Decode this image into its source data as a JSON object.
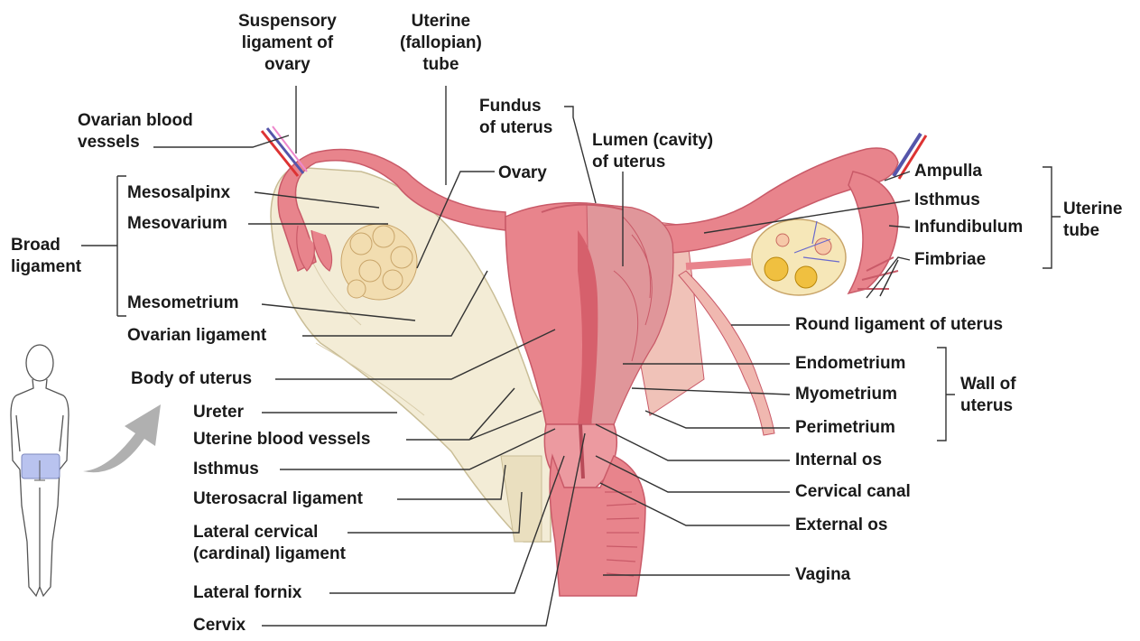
{
  "colors": {
    "uterus": "#e8848c",
    "uterus_dark": "#c95a68",
    "ligament": "#f3ecd6",
    "ovary": "#f2ddb0",
    "figure_highlight": "#b9c3ef",
    "arrow": "#a9a9a9",
    "leader_line": "#333333"
  },
  "labels": {
    "suspensory": [
      "Suspensory",
      "ligament of",
      "ovary"
    ],
    "uterine_tube_top": [
      "Uterine",
      "(fallopian)",
      "tube"
    ],
    "ovarian_vessels": [
      "Ovarian blood",
      "vessels"
    ],
    "fundus": [
      "Fundus",
      "of uterus"
    ],
    "lumen": [
      "Lumen (cavity)",
      "of uterus"
    ],
    "ovary": "Ovary",
    "mesosalpinx": "Mesosalpinx",
    "mesovarium": "Mesovarium",
    "broad_ligament": [
      "Broad",
      "ligament"
    ],
    "mesometrium": "Mesometrium",
    "ovarian_ligament": "Ovarian ligament",
    "body_of_uterus": "Body of uterus",
    "ureter": "Ureter",
    "uterine_blood_vessels": "Uterine blood vessels",
    "isthmus_left": "Isthmus",
    "uterosacral": "Uterosacral ligament",
    "lateral_cervical": [
      "Lateral cervical",
      "(cardinal) ligament"
    ],
    "lateral_fornix": "Lateral fornix",
    "cervix": "Cervix",
    "ampulla": "Ampulla",
    "isthmus_right": "Isthmus",
    "infundibulum": "Infundibulum",
    "fimbriae": "Fimbriae",
    "uterine_tube_right": [
      "Uterine",
      "tube"
    ],
    "round_ligament": "Round ligament of uterus",
    "endometrium": "Endometrium",
    "myometrium": "Myometrium",
    "perimetrium": "Perimetrium",
    "wall_of_uterus": [
      "Wall of",
      "uterus"
    ],
    "internal_os": "Internal os",
    "cervical_canal": "Cervical canal",
    "external_os": "External os",
    "vagina": "Vagina"
  }
}
